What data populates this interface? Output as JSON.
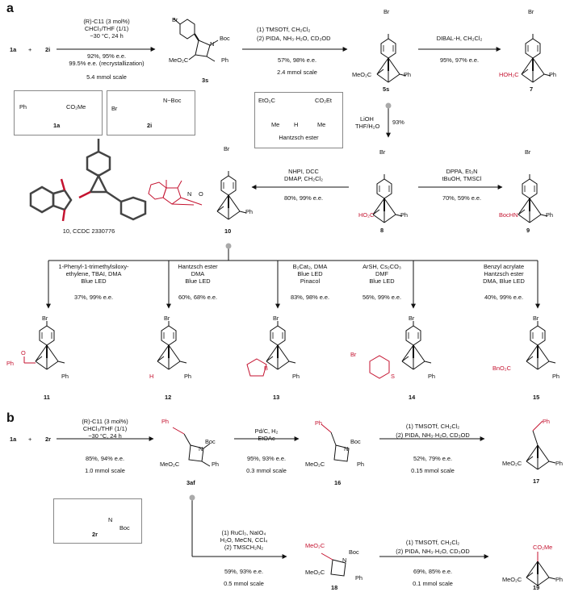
{
  "panels": [
    "a",
    "b"
  ],
  "atoms": {
    "br": "Br",
    "boc": "Boc",
    "n": "N",
    "o": "O",
    "ph": "Ph",
    "h": "H",
    "b": "B",
    "s": "S",
    "me": "Me",
    "nh": "H",
    "meo2c": "MeO₂C",
    "co2me": "CO₂Me"
  },
  "a": {
    "start": {
      "c1": "1a",
      "plus": "+",
      "c2": "2i"
    },
    "step1": [
      "(R)-C11 (3 mol%)",
      "CHCl₃/THF (1/1)",
      "−30 °C, 24 h",
      "92%, 95% e.e.",
      "99.5% e.e. (recrystallization)",
      "5.4 mmol scale"
    ],
    "step2": [
      "(1) TMSOTf, CH₂Cl₂",
      "(2) PIDA, NH₃·H₂O, CD₃OD",
      "57%, 98% e.e.",
      "2.4 mmol scale"
    ],
    "step3": [
      "DIBAL-H, CH₂Cl₂",
      "95%, 97% e.e."
    ],
    "hydrolysis": [
      "LiOH",
      "THF/H₂O",
      "93%"
    ],
    "redox": [
      "NHPI, DCC",
      "DMAP, CH₂Cl₂",
      "80%, 99% e.e."
    ],
    "curtius": [
      "DPPA, Et₃N",
      "tBuOH, TMSCl",
      "70%, 59% e.e."
    ],
    "hantzsch": {
      "left": "EtO₂C",
      "right": "CO₂Et",
      "name": "Hantzsch ester"
    },
    "groups": {
      "hoh2c": "HOH₂C",
      "ho2c": "HO₂C",
      "bochn": "BocHN",
      "bno2c": "BnO₂C",
      "nboc": "N~Boc"
    },
    "xray": "10, CCDC 2330776",
    "labels": {
      "3s": "3s",
      "5s": "5s",
      "7": "7",
      "8": "8",
      "9": "9",
      "10": "10",
      "11": "11",
      "12": "12",
      "13": "13",
      "14": "14",
      "15": "15"
    },
    "row3": {
      "11": [
        "1-Phenyl-1-trimethylsiloxy-",
        "ethylene, TBAI, DMA",
        "Blue LED",
        "37%, 99% e.e."
      ],
      "12": [
        "Hantzsch ester",
        "DMA",
        "Blue LED",
        "60%, 68% e.e."
      ],
      "13": [
        "B₂Cat₂, DMA",
        "Blue LED",
        "Pinacol",
        "83%, 98% e.e."
      ],
      "14": [
        "ArSH, Cs₂CO₃",
        "DMF",
        "Blue LED",
        "56%, 99% e.e."
      ],
      "15": [
        "Benzyl acrylate",
        "Hantzsch ester",
        "DMA, Blue LED",
        "40%, 99% e.e."
      ]
    }
  },
  "b": {
    "start": {
      "c1": "1a",
      "c2": "2r"
    },
    "step1": [
      "(R)-C11 (3 mol%)",
      "CHCl₃/THF (1/1)",
      "−30 °C, 24 h",
      "85%, 94% e.e.",
      "1.0 mmol scale"
    ],
    "step2": [
      "Pd/C, H₂",
      "EtOAc",
      "95%, 93% e.e.",
      "0.3 mmol scale"
    ],
    "step3": [
      "(1) TMSOTf, CH₂Cl₂",
      "(2) PIDA, NH₃·H₂O, CD₃OD",
      "52%, 79% e.e.",
      "0.15 mmol scale"
    ],
    "step4": [
      "(1) RuCl₃, NaIO₄",
      "H₂O, MeCN, CCl₄",
      "(2) TMSCH₂N₂",
      "59%, 93% e.e.",
      "0.5 mmol scale"
    ],
    "step5": [
      "(1) TMSOTf, CH₂Cl₂",
      "(2) PIDA, NH₃·H₂O, CD₃OD",
      "69%, 85% e.e.",
      "0.1 mmol scale"
    ],
    "labels": {
      "3af": "3af",
      "16": "16",
      "17": "17",
      "18": "18",
      "19": "19"
    }
  }
}
